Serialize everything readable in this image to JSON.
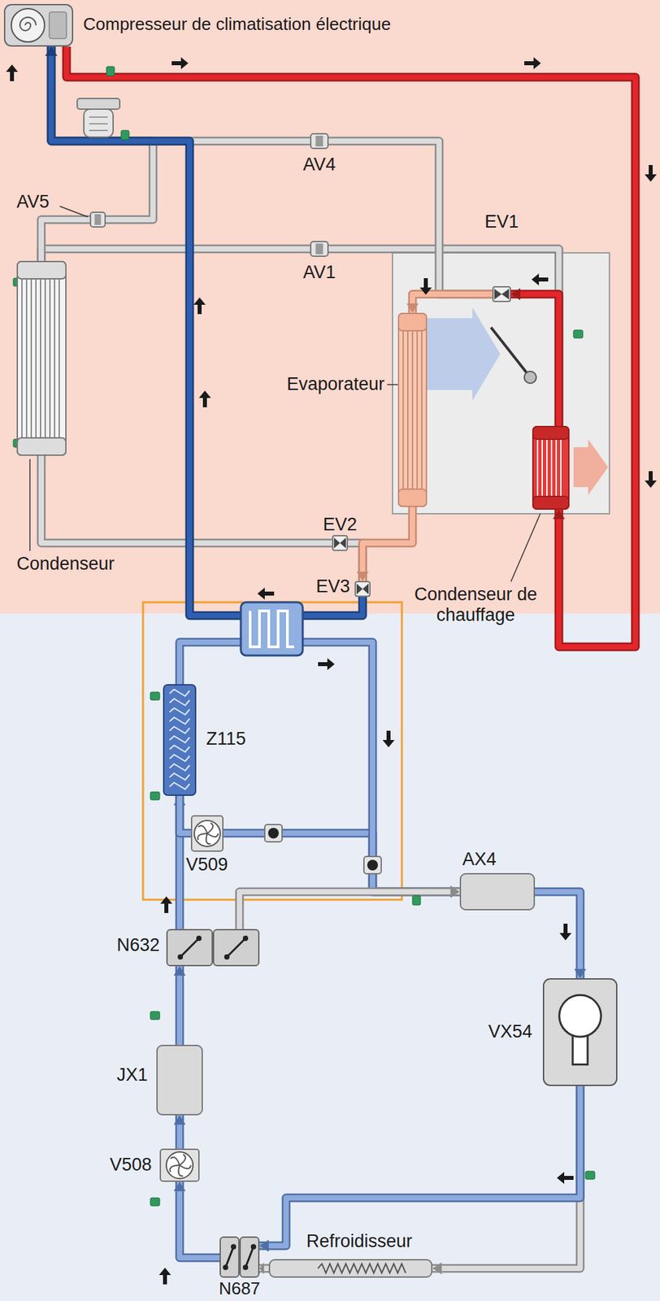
{
  "diagram": {
    "nodes": [
      {
        "text": [
          "Compresseur de climatisation électrique"
        ]
      },
      {
        "text": [
          "AV5"
        ]
      },
      {
        "text": [
          "AV4"
        ]
      },
      {
        "text": [
          "AV1"
        ]
      },
      {
        "text": [
          "EV1"
        ]
      },
      {
        "text": [
          "Condenseur"
        ]
      },
      {
        "text": [
          "Evaporateur"
        ]
      },
      {
        "text": [
          "Condenseur de chauffage"
        ]
      },
      {
        "text": [
          "EV2"
        ]
      },
      {
        "text": [
          "EV3"
        ]
      },
      {
        "text": [
          "Z115"
        ]
      },
      {
        "text": [
          "V509"
        ]
      },
      {
        "text": [
          "AX4"
        ]
      },
      {
        "text": [
          "N632"
        ]
      },
      {
        "text": [
          "VX54"
        ]
      },
      {
        "text": [
          "JX1"
        ]
      },
      {
        "text": [
          "V508"
        ]
      },
      {
        "text": [
          "Refroidisseur"
        ]
      },
      {
        "text": [
          "N687"
        ]
      }
    ],
    "edges": [
      {
        "from": 7,
        "to": 3,
        "arrow": "none"
      },
      {
        "from": 3,
        "to": 5,
        "arrow": "none"
      },
      {
        "from": 5,
        "to": 1,
        "arrow": "none"
      },
      {
        "from": 1,
        "to": 0,
        "arrow": "to"
      },
      {
        "from": 4,
        "to": 2,
        "arrow": "none"
      },
      {
        "from": 2,
        "to": 0,
        "arrow": "to"
      },
      {
        "from": 5,
        "to": 8,
        "arrow": "none"
      },
      {
        "from": 8,
        "to": 9,
        "arrow": "none"
      },
      {
        "from": 6,
        "to": 9,
        "arrow": "to"
      },
      {
        "from": 4,
        "to": 6,
        "arrow": "to"
      },
      {
        "from": 9,
        "to": 0,
        "arrow": "to"
      },
      {
        "from": 7,
        "to": 4,
        "arrow": "to"
      },
      {
        "from": 0,
        "to": 7,
        "arrow": "to"
      },
      {
        "from": 13,
        "to": 10,
        "arrow": "to"
      },
      {
        "from": 10,
        "to": 11,
        "arrow": "none"
      },
      {
        "from": 11,
        "to": 12,
        "arrow": "to"
      },
      {
        "from": 10,
        "to": 12,
        "arrow": "to"
      },
      {
        "from": 13,
        "to": 12,
        "arrow": "to"
      },
      {
        "from": 12,
        "to": 14,
        "arrow": "to"
      },
      {
        "from": 14,
        "to": 17,
        "arrow": "to"
      },
      {
        "from": 14,
        "to": 18,
        "arrow": "to"
      },
      {
        "from": 17,
        "to": 18,
        "arrow": "to"
      },
      {
        "from": 18,
        "to": 16,
        "arrow": "to"
      },
      {
        "from": 16,
        "to": 15,
        "arrow": "to"
      },
      {
        "from": 15,
        "to": 13,
        "arrow": "to"
      }
    ]
  }
}
